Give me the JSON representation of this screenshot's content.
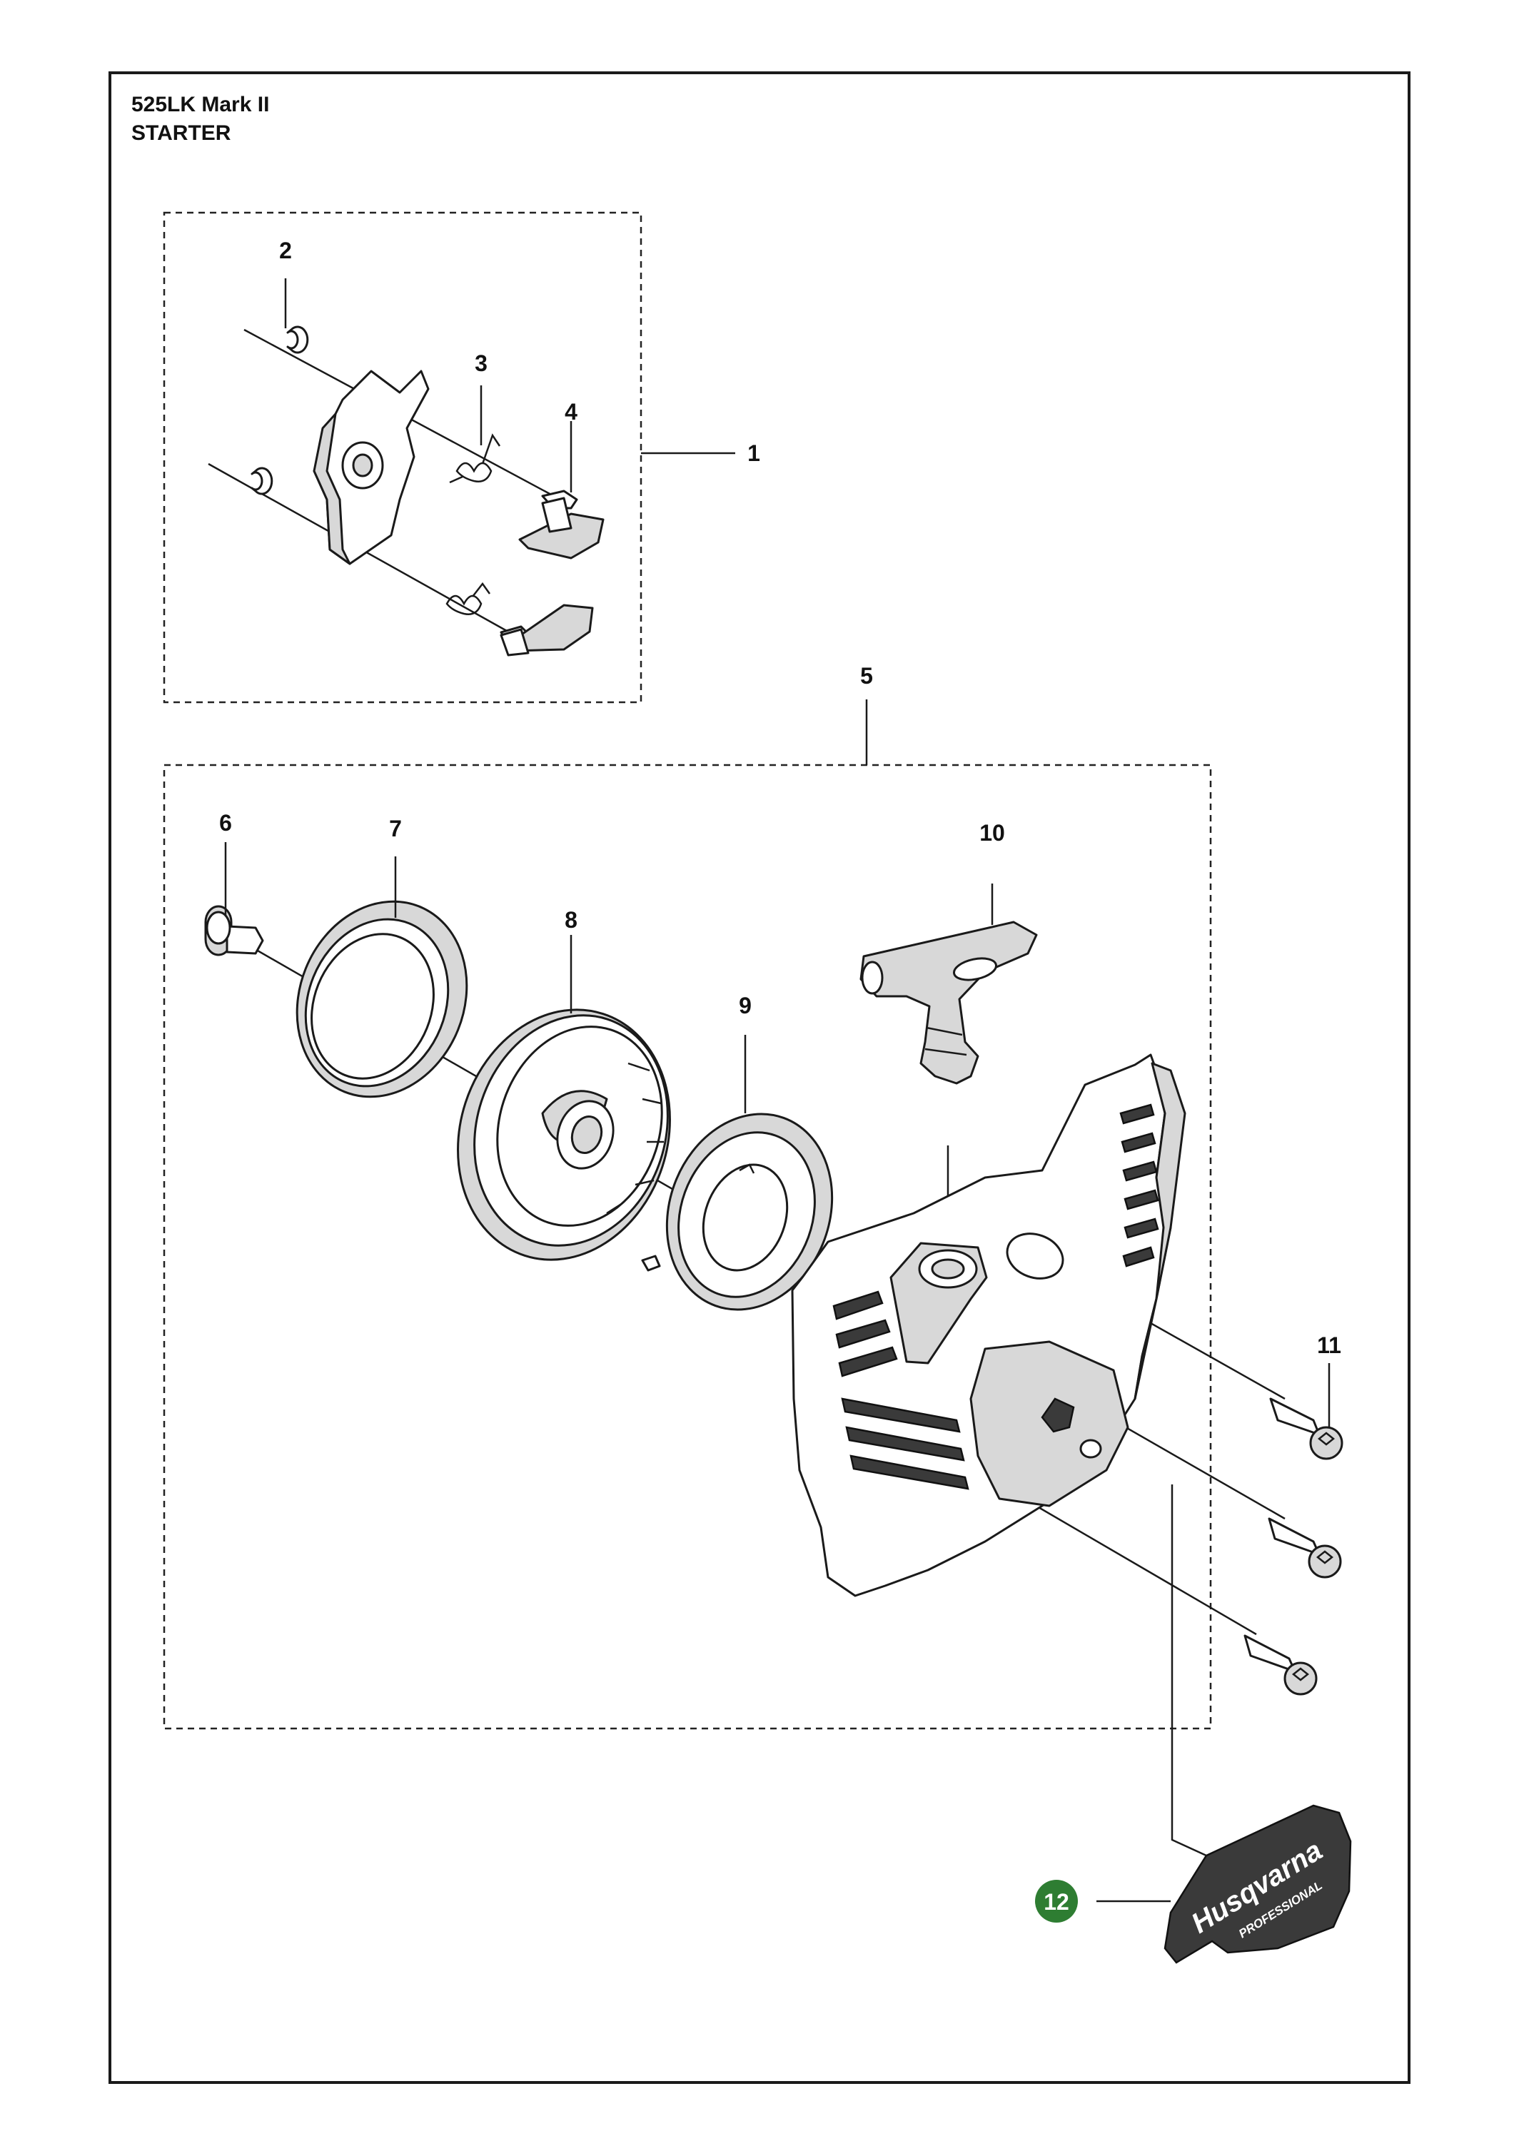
{
  "document": {
    "model": "525LK Mark II",
    "section": "STARTER"
  },
  "callouts": [
    {
      "id": "1",
      "label": "1"
    },
    {
      "id": "2",
      "label": "2"
    },
    {
      "id": "3",
      "label": "3"
    },
    {
      "id": "4",
      "label": "4"
    },
    {
      "id": "5",
      "label": "5"
    },
    {
      "id": "6",
      "label": "6"
    },
    {
      "id": "7",
      "label": "7"
    },
    {
      "id": "8",
      "label": "8"
    },
    {
      "id": "9",
      "label": "9"
    },
    {
      "id": "10",
      "label": "10"
    },
    {
      "id": "11",
      "label": "11"
    },
    {
      "id": "12",
      "label": "12"
    }
  ],
  "highlight": {
    "callout": "12",
    "color": "#2e7d32"
  },
  "decal": {
    "brand": "Husqvarna",
    "line2": "PROFESSIONAL"
  }
}
